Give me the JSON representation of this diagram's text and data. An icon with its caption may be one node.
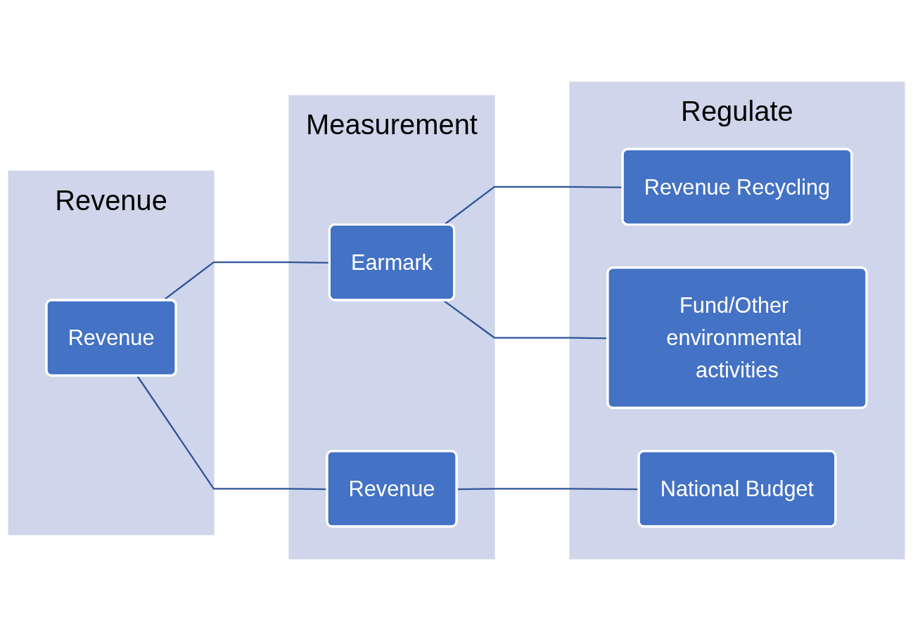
{
  "diagram": {
    "nodes": [
      {
        "text": [
          "Revenue"
        ]
      },
      {
        "text": [
          "Revenue"
        ],
        "in": 0
      },
      {
        "text": [
          "Measurement"
        ]
      },
      {
        "text": [
          "Earmark"
        ],
        "in": 2
      },
      {
        "text": [
          "Revenue"
        ],
        "in": 2
      },
      {
        "text": [
          "Regulate"
        ]
      },
      {
        "text": [
          "Revenue Recycling"
        ],
        "in": 5
      },
      {
        "text": [
          "Fund/Other environmental activities"
        ],
        "in": 5
      },
      {
        "text": [
          "National Budget"
        ],
        "in": 5
      }
    ],
    "edges": [
      {
        "from": 1,
        "to": 3,
        "arrow": "none"
      },
      {
        "from": 1,
        "to": 4,
        "arrow": "none"
      },
      {
        "from": 3,
        "to": 6,
        "arrow": "none"
      },
      {
        "from": 3,
        "to": 7,
        "arrow": "none"
      },
      {
        "from": 4,
        "to": 8,
        "arrow": "none"
      }
    ]
  }
}
